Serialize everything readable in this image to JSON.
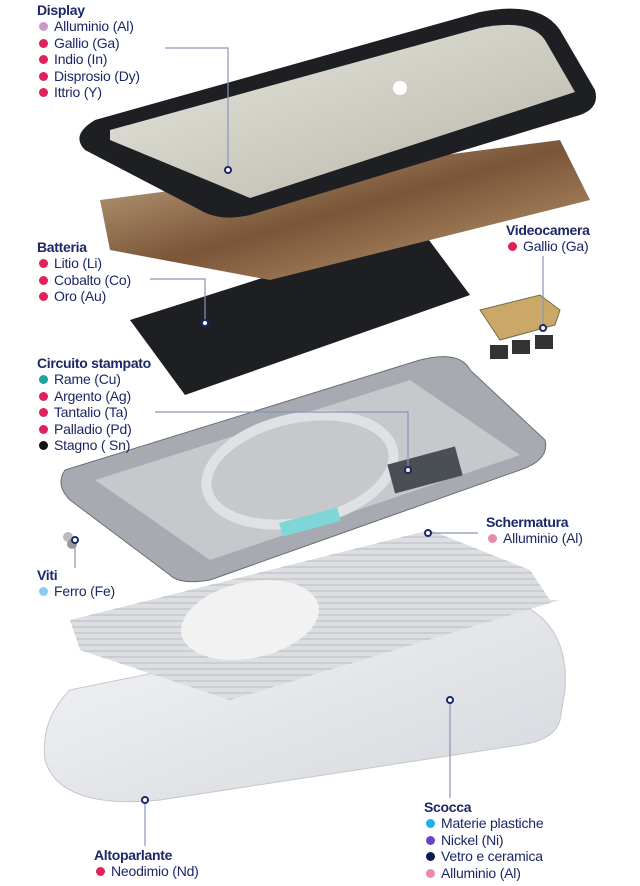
{
  "colors": {
    "text": "#1b2766",
    "aluminium_display": "#c99ac9",
    "critical": "#e0215a",
    "copper": "#1fa3a0",
    "silver": "#e0215a",
    "tin": "#111111",
    "iron": "#86cdf2",
    "plastic": "#1ab0f0",
    "nickel": "#6645c4",
    "glass": "#0c1a52",
    "aluminium": "#ea8aa8",
    "leader": "#8a93b8"
  },
  "groups": [
    {
      "id": "display",
      "title": "Display",
      "items": [
        {
          "label": "Alluminio (Al)",
          "color": "#c99ac9"
        },
        {
          "label": "Gallio (Ga)",
          "color": "#e0215a"
        },
        {
          "label": "Indio (In)",
          "color": "#e0215a"
        },
        {
          "label": "Disprosio (Dy)",
          "color": "#e0215a"
        },
        {
          "label": "Ittrio (Y)",
          "color": "#e0215a"
        }
      ]
    },
    {
      "id": "batteria",
      "title": "Batteria",
      "items": [
        {
          "label": "Litio (Li)",
          "color": "#e0215a"
        },
        {
          "label": "Cobalto (Co)",
          "color": "#e0215a"
        },
        {
          "label": "Oro (Au)",
          "color": "#e0215a"
        }
      ]
    },
    {
      "id": "circuito",
      "title": "Circuito stampato",
      "items": [
        {
          "label": "Rame (Cu)",
          "color": "#1fa3a0"
        },
        {
          "label": "Argento (Ag)",
          "color": "#e0215a"
        },
        {
          "label": "Tantalio (Ta)",
          "color": "#e0215a"
        },
        {
          "label": "Palladio (Pd)",
          "color": "#e0215a"
        },
        {
          "label": "Stagno ( Sn)",
          "color": "#111111"
        }
      ]
    },
    {
      "id": "viti",
      "title": "Viti",
      "items": [
        {
          "label": "Ferro (Fe)",
          "color": "#86cdf2"
        }
      ]
    },
    {
      "id": "videocamera",
      "title": "Videocamera",
      "items": [
        {
          "label": "Gallio (Ga)",
          "color": "#e0215a"
        }
      ]
    },
    {
      "id": "schermatura",
      "title": "Schermatura",
      "items": [
        {
          "label": "Alluminio (Al)",
          "color": "#ea8aa8"
        }
      ]
    },
    {
      "id": "altoparlante",
      "title": "Altoparlante",
      "items": [
        {
          "label": "Neodimio (Nd)",
          "color": "#e0215a"
        }
      ]
    },
    {
      "id": "scocca",
      "title": "Scocca",
      "items": [
        {
          "label": "Materie plastiche",
          "color": "#1ab0f0"
        },
        {
          "label": "Nickel (Ni)",
          "color": "#6645c4"
        },
        {
          "label": "Vetro e ceramica",
          "color": "#0c1a52"
        },
        {
          "label": "Alluminio (Al)",
          "color": "#ea8aa8"
        }
      ]
    }
  ]
}
